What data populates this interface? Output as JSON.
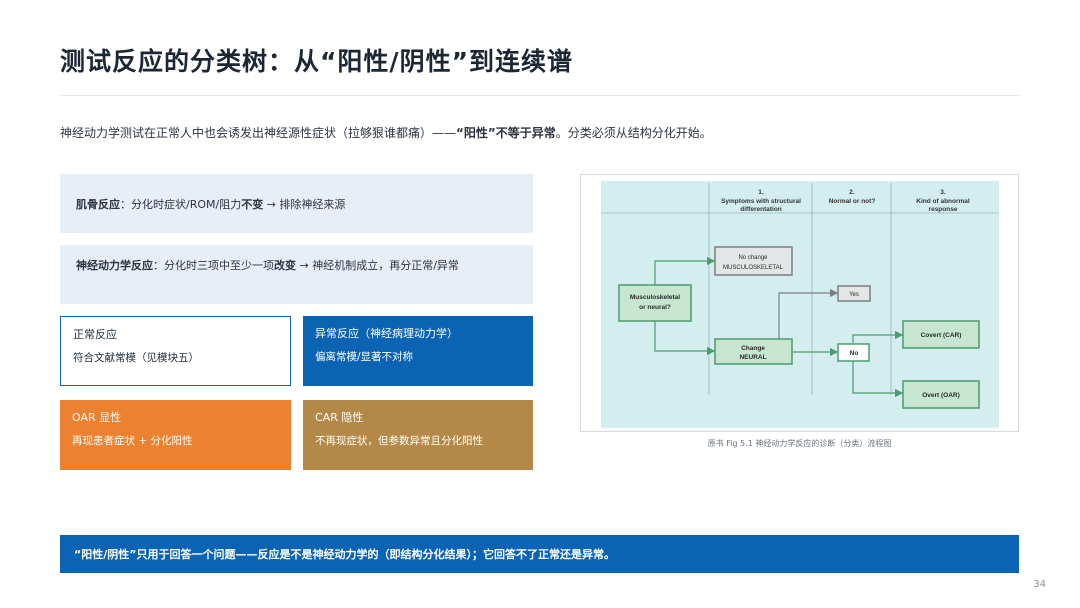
{
  "slide": {
    "title": "测试反应的分类树：从“阳性/阴性”到连续谱",
    "page_number": "34"
  },
  "intro": {
    "lead": "神经动力学测试在正常人中也会诱发出神经源性症状（拉够狠谁都痛）——",
    "bold": "“阳性”不等于异常",
    "tail": "。分类必须从结构分化开始。"
  },
  "boxes": {
    "musculo": {
      "bold": "肌骨反应",
      "text": "：分化时症状/ROM/阻力",
      "bold2": "不变",
      "tail": " → 排除神经来源"
    },
    "neuro": {
      "bold": "神经动力学反应",
      "text": "：分化时三项中至少一项",
      "bold2": "改变",
      "tail": " → 神经机制成立，再分正常/异常"
    },
    "normal": {
      "heading": "正常反应",
      "sub": "符合文献常模（见模块五）"
    },
    "abnormal": {
      "heading": "异常反应（神经病理动力学）",
      "sub": "偏离常模/显著不对称"
    },
    "oar": {
      "heading": "OAR 显性",
      "sub": "再现患者症状 + 分化阳性"
    },
    "car": {
      "heading": "CAR 隐性",
      "sub": "不再现症状，但参数异常且分化阳性"
    }
  },
  "figure": {
    "caption": "原书 Fig 5.1 神经动力学反应的诊断（分类）流程图",
    "col1_num": "1.",
    "col1_l1": "Symptoms with structural",
    "col1_l2": "differentation",
    "col2_num": "2.",
    "col2_l1": "Normal or not?",
    "col3_num": "3.",
    "col3_l1": "Kind of abnormal",
    "col3_l2": "response",
    "start_l1": "Musculoskeletal",
    "start_l2": "or neural?",
    "nochange_l1": "No change",
    "nochange_l2": "MUSCULOSKELETAL",
    "change_l1": "Change",
    "change_l2": "NEURAL",
    "yes": "Yes",
    "no": "No",
    "covert": "Covert (CAR)",
    "overt": "Overt (OAR)"
  },
  "banner": {
    "text": "“阳性/阴性”只用于回答一个问题——反应是不是神经动力学的（即结构分化结果）；它回答不了正常还是异常。"
  },
  "colors": {
    "accent_blue": "#0b63b3",
    "light_blue": "#e8eef8",
    "orange": "#ec8230",
    "brown": "#b48846",
    "flow_bg": "#d4eef0",
    "flow_box": "#c6e6d2",
    "flow_line": "#4e9a6e"
  }
}
